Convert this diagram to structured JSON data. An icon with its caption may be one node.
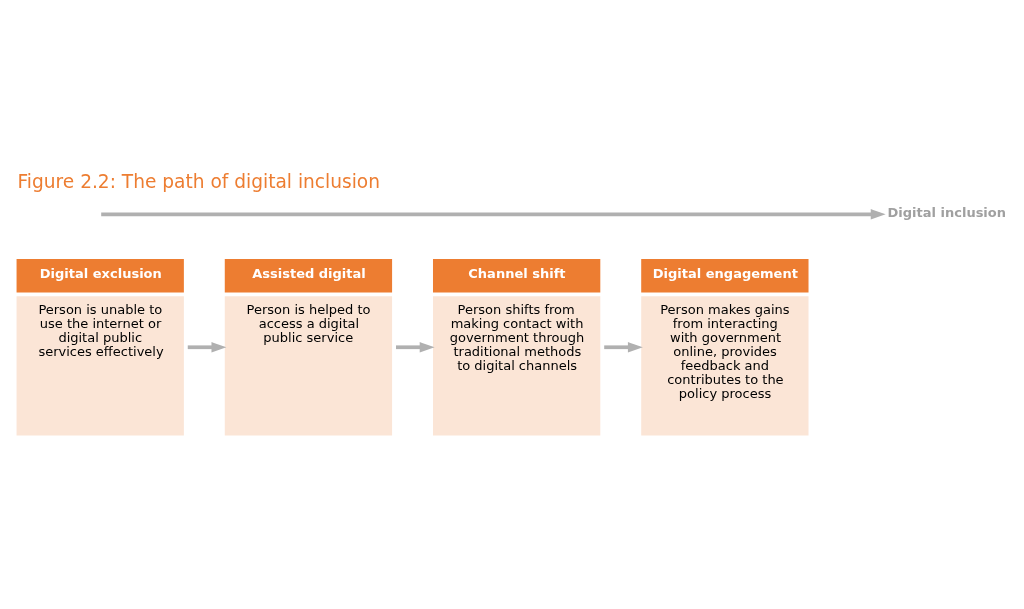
{
  "diagram": {
    "title": "Figure 2.2: The path of digital inclusion",
    "nodes": [
      {
        "text": [
          "Digital exclusion",
          "Person is unable to use the internet or digital public services effectively"
        ]
      },
      {
        "text": [
          "Assisted digital",
          "Person is helped to access a digital public service"
        ]
      },
      {
        "text": [
          "Channel shift",
          "Person shifts from making contact with government through traditional methods to digital channels"
        ]
      },
      {
        "text": [
          "Digital engagement",
          "Person makes gains from interacting with government online, provides feedback and contributes to the policy process"
        ]
      },
      {
        "text": [
          "Digital inclusion"
        ]
      }
    ],
    "edges": [
      {
        "from": 0,
        "to": 1,
        "arrow": "to"
      },
      {
        "from": 1,
        "to": 2,
        "arrow": "to"
      },
      {
        "from": 2,
        "to": 3,
        "arrow": "to"
      },
      {
        "from": null,
        "to": 4,
        "arrow": "to"
      }
    ]
  }
}
